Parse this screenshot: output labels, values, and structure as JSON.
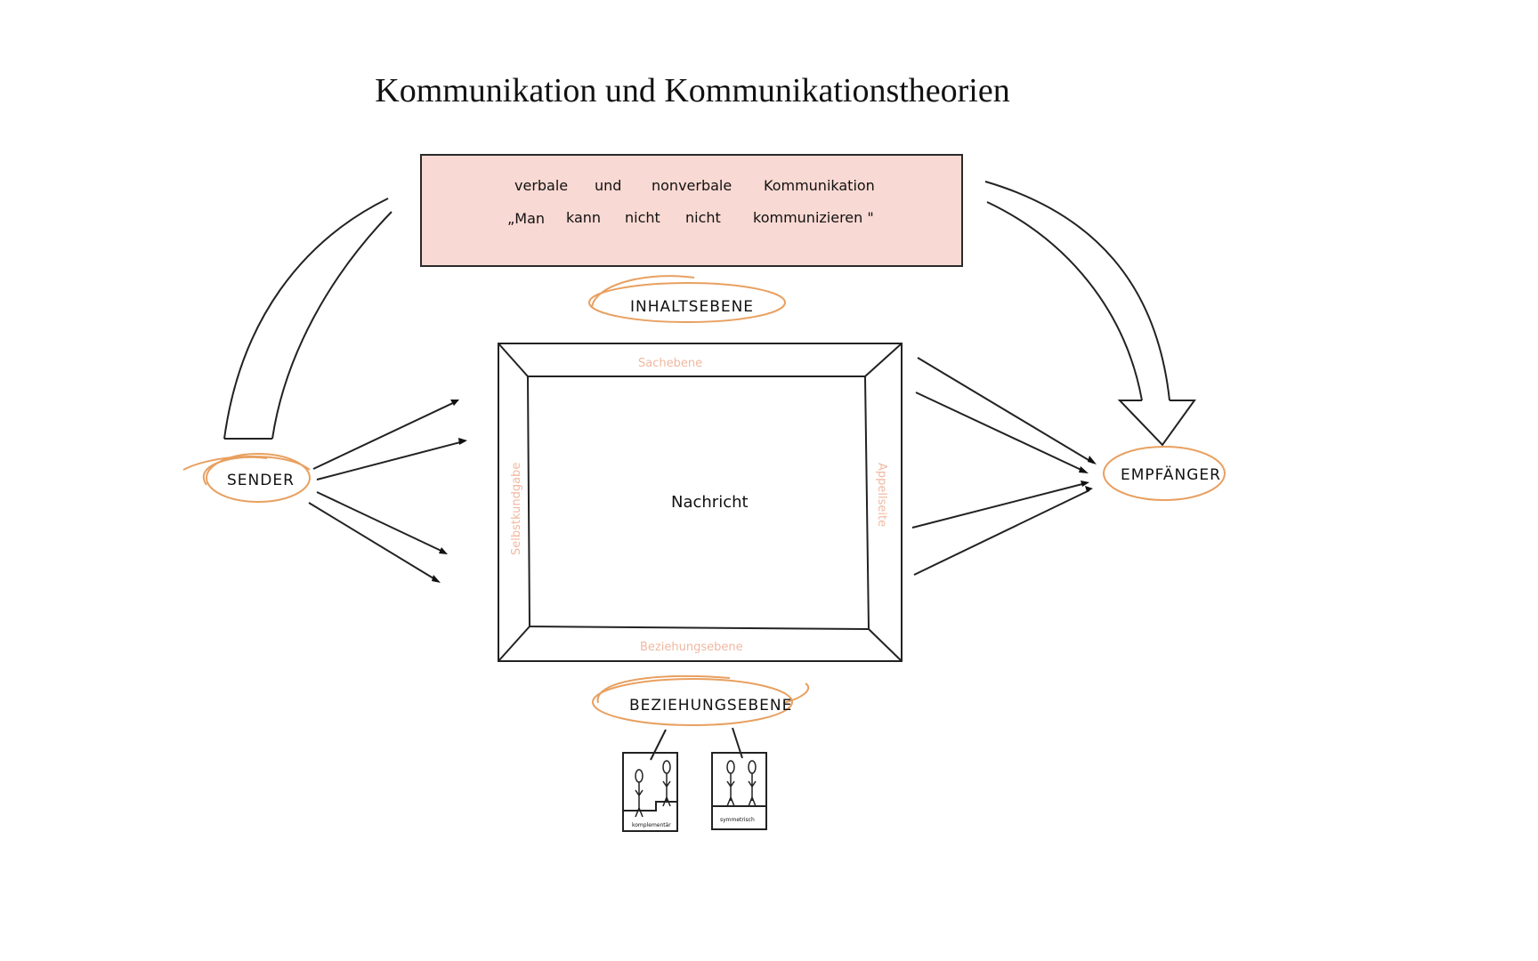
{
  "title": "Kommunikation und Kommunikationstheorien",
  "top_box": {
    "line1": [
      "verbale",
      "und",
      "nonverbale",
      "Kommunikation"
    ],
    "line2": [
      "„Man",
      "kann",
      "nicht",
      "nicht",
      "kommunizieren \""
    ],
    "background": "#f9d9d3"
  },
  "labels": {
    "inhaltsebene": "INHALTSEBENE",
    "beziehungsebene": "BEZIEHUNGSEBENE",
    "sender": "SENDER",
    "empfaenger": "EMPFÄNGER",
    "nachricht": "Nachricht"
  },
  "frame_sides": {
    "top": "Sachebene",
    "left": "Selbstkundgabe",
    "right": "Appellseite",
    "bottom": "Beziehungsebene"
  },
  "relationship_types": {
    "left": "komplementär",
    "right": "symmetrisch"
  },
  "colors": {
    "accent_orange": "#e8a060",
    "side_label": "#f0b8a0",
    "ink": "#111111"
  }
}
